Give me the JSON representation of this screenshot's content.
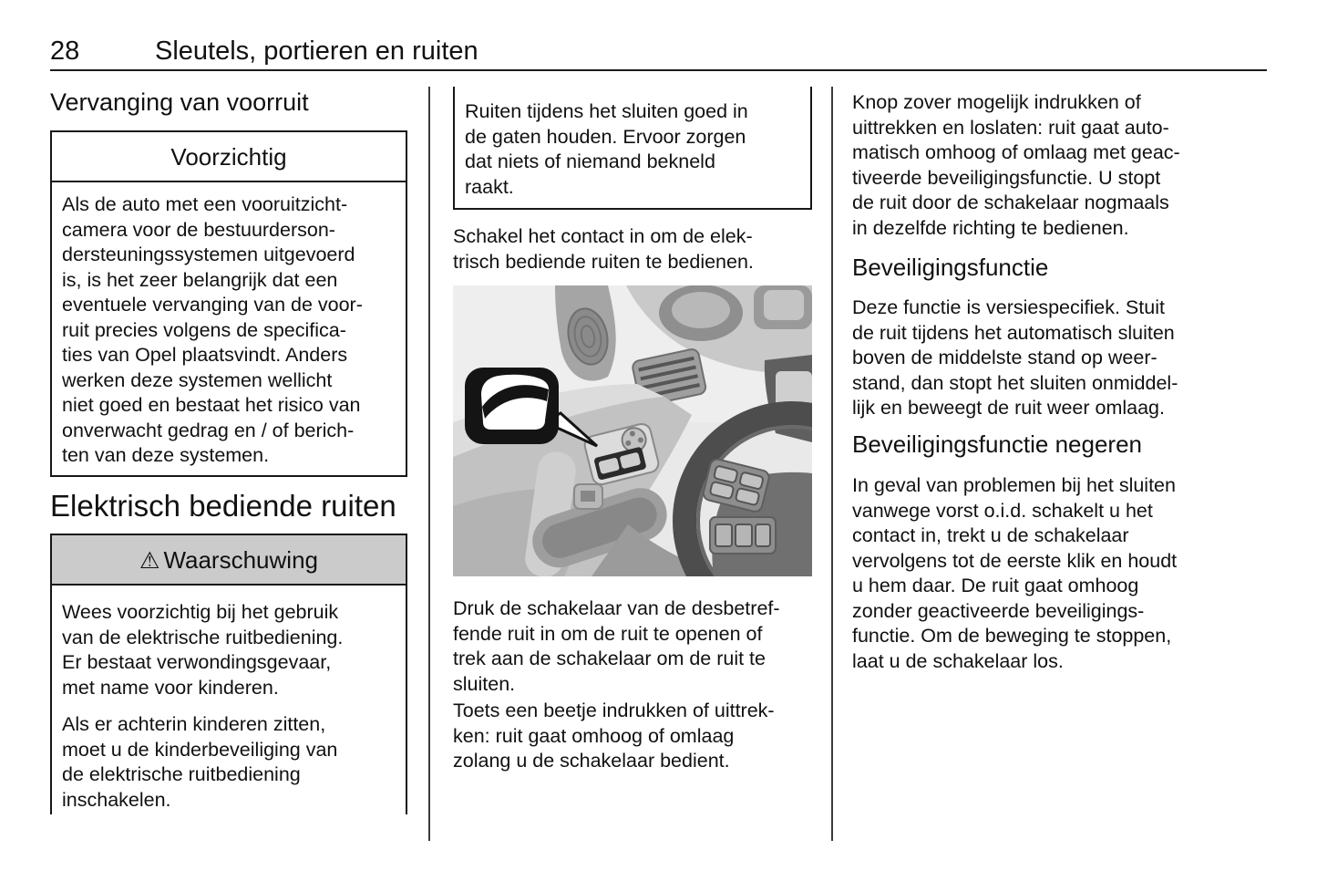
{
  "header": {
    "page_number": "28",
    "chapter_title": "Sleutels, portieren en ruiten"
  },
  "left_column": {
    "windshield_heading": "Vervanging van voorruit",
    "caution_box": {
      "title": "Voorzichtig",
      "body": "Als de auto met een vooruitzicht-\ncamera voor de bestuurderson-\ndersteuningssystemen uitgevoerd\nis, is het zeer belangrijk dat een\neventuele vervanging van de voor-\nruit precies volgens de specifica-\nties van Opel plaatsvindt. Anders\nwerken deze systemen wellicht\nniet goed en bestaat het risico van\nonverwacht gedrag en / of berich-\nten van deze systemen."
    },
    "power_windows_heading": "Elektrisch bediende ruiten",
    "warning_box": {
      "icon": "⚠",
      "title": "Waarschuwing",
      "para1": "Wees voorzichtig bij het gebruik\nvan de elektrische ruitbediening.\nEr bestaat verwondingsgevaar,\nmet name voor kinderen.",
      "para2": "Als er achterin kinderen zitten,\nmoet u de kinderbeveiliging van\nde elektrische ruitbediening\ninschakelen."
    }
  },
  "middle_column": {
    "warning_box_continuation": "Ruiten tijdens het sluiten goed in\nde gaten houden. Ervoor zorgen\ndat niets of niemand bekneld\nraakt.",
    "ignition_paragraph": "Schakel het contact in om de elek-\ntrisch bediende ruiten te bedienen.",
    "illustration": {
      "subject": "driver-door-window-switch",
      "callout_icon": "power-window-icon"
    },
    "switch_paragraph": "Druk de schakelaar van de desbetref-\nfende ruit in om de ruit te openen of\ntrek aan de schakelaar om de ruit te\nsluiten.",
    "tap_paragraph": "Toets een beetje indrukken of uittrek-\nken: ruit gaat omhoog of omlaag\nzolang u de schakelaar bedient."
  },
  "right_column": {
    "auto_paragraph": "Knop zover mogelijk indrukken of\nuittrekken en loslaten: ruit gaat auto-\nmatisch omhoog of omlaag met geac-\ntiveerde beveiligingsfunctie. U stopt\nde ruit door de schakelaar nogmaals\nin dezelfde richting te bedienen.",
    "safety_heading": "Beveiligingsfunctie",
    "safety_paragraph": "Deze functie is versiespecifiek. Stuit\nde ruit tijdens het automatisch sluiten\nboven de middelste stand op weer-\nstand, dan stopt het sluiten onmiddel-\nlijk en beweegt de ruit weer omlaag.",
    "override_heading": "Beveiligingsfunctie negeren",
    "override_paragraph": "In geval van problemen bij het sluiten\nvanwege vorst o.i.d. schakelt u het\ncontact in, trekt u de schakelaar\nvervolgens tot de eerste klik en houdt\nu hem daar. De ruit gaat omhoog\nzonder geactiveerde beveiligings-\nfunctie. Om de beweging te stoppen,\nlaat u de schakelaar los."
  },
  "colors": {
    "warning_header_bg": "#cbcbcb",
    "box_border": "#161616",
    "illustration_bg": "#e9e9e9"
  }
}
